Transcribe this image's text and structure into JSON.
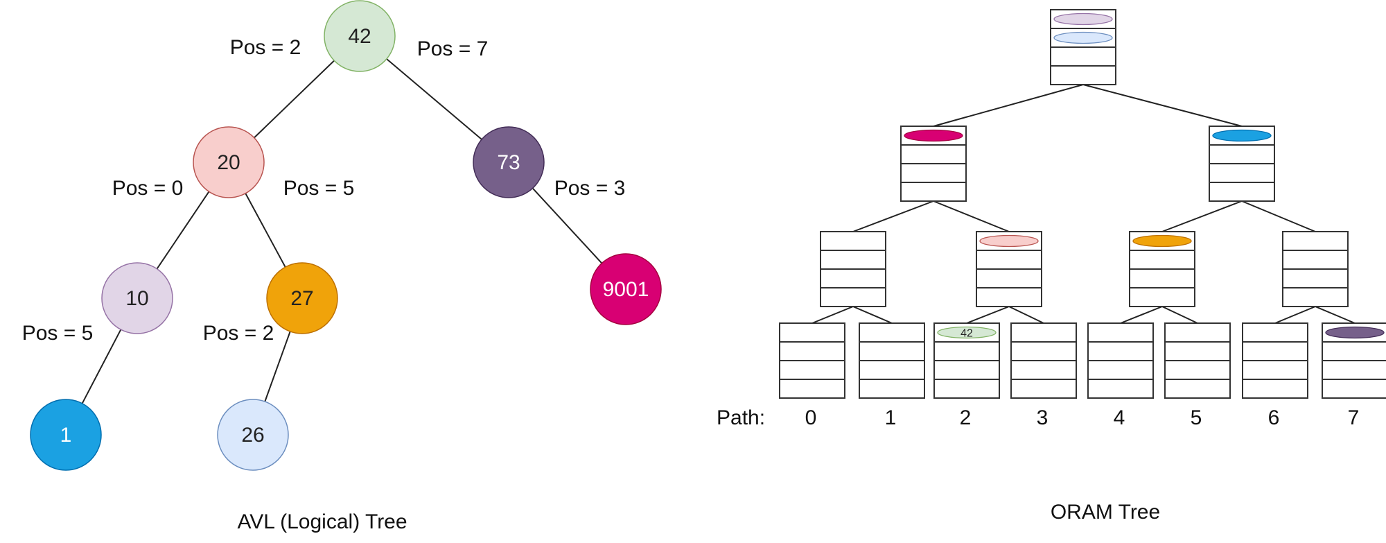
{
  "avl": {
    "caption": "AVL (Logical) Tree",
    "nodes": [
      {
        "id": "n42",
        "label": "42",
        "fill": "#d5e8d4",
        "stroke": "#82b366",
        "text_color": "#222222"
      },
      {
        "id": "n20",
        "label": "20",
        "fill": "#f8cecc",
        "stroke": "#b85450",
        "text_color": "#222222"
      },
      {
        "id": "n73",
        "label": "73",
        "fill": "#76608a",
        "stroke": "#432d57",
        "text_color": "#ffffff"
      },
      {
        "id": "n10",
        "label": "10",
        "fill": "#e1d5e7",
        "stroke": "#9673a6",
        "text_color": "#222222"
      },
      {
        "id": "n27",
        "label": "27",
        "fill": "#f0a30a",
        "stroke": "#bd7000",
        "text_color": "#222222"
      },
      {
        "id": "n9001",
        "label": "9001",
        "fill": "#d80073",
        "stroke": "#a50040",
        "text_color": "#ffffff"
      },
      {
        "id": "n1",
        "label": "1",
        "fill": "#1ba1e2",
        "stroke": "#006eaf",
        "text_color": "#ffffff"
      },
      {
        "id": "n26",
        "label": "26",
        "fill": "#dae8fc",
        "stroke": "#6c8ebf",
        "text_color": "#222222"
      }
    ],
    "edges": [
      {
        "from": "n42",
        "to": "n20",
        "label": "Pos = 2"
      },
      {
        "from": "n42",
        "to": "n73",
        "label": "Pos = 7"
      },
      {
        "from": "n20",
        "to": "n10",
        "label": "Pos = 0"
      },
      {
        "from": "n20",
        "to": "n27",
        "label": "Pos = 5"
      },
      {
        "from": "n73",
        "to": "n9001",
        "label": "Pos = 3"
      },
      {
        "from": "n10",
        "to": "n1",
        "label": "Pos = 5"
      },
      {
        "from": "n27",
        "to": "n26",
        "label": "Pos = 2"
      }
    ]
  },
  "oram": {
    "caption": "ORAM Tree",
    "path_label": "Path:",
    "paths": [
      "0",
      "1",
      "2",
      "3",
      "4",
      "5",
      "6",
      "7"
    ],
    "slots_per_bucket": 4,
    "blocks": [
      {
        "level": 0,
        "index": 0,
        "slot": 0,
        "fill": "#e1d5e7",
        "stroke": "#9673a6",
        "label": ""
      },
      {
        "level": 0,
        "index": 0,
        "slot": 1,
        "fill": "#dae8fc",
        "stroke": "#6c8ebf",
        "label": ""
      },
      {
        "level": 1,
        "index": 0,
        "slot": 0,
        "fill": "#d80073",
        "stroke": "#a50040",
        "label": ""
      },
      {
        "level": 1,
        "index": 1,
        "slot": 0,
        "fill": "#1ba1e2",
        "stroke": "#006eaf",
        "label": ""
      },
      {
        "level": 2,
        "index": 1,
        "slot": 0,
        "fill": "#f8cecc",
        "stroke": "#b85450",
        "label": ""
      },
      {
        "level": 2,
        "index": 2,
        "slot": 0,
        "fill": "#f0a30a",
        "stroke": "#bd7000",
        "label": ""
      },
      {
        "level": 3,
        "index": 2,
        "slot": 0,
        "fill": "#d5e8d4",
        "stroke": "#82b366",
        "label": "42"
      },
      {
        "level": 3,
        "index": 7,
        "slot": 0,
        "fill": "#76608a",
        "stroke": "#432d57",
        "label": ""
      }
    ]
  }
}
